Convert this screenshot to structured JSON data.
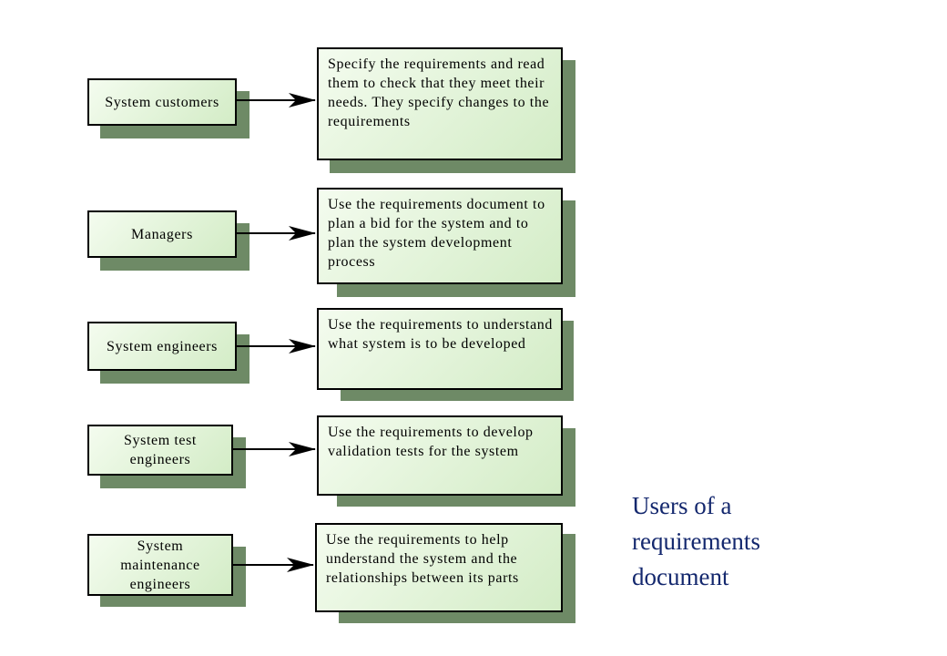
{
  "diagram": {
    "rows": [
      {
        "role": "System customers",
        "description": "Specify the requirements and read them to check that they meet their needs. They specify changes to the requirements"
      },
      {
        "role": "Managers",
        "description": "Use the requirements document to plan a bid for the system and to plan the system development process"
      },
      {
        "role": "System engineers",
        "description": "Use the requirements to understand what system is to be developed"
      },
      {
        "role": "System test\nengineers",
        "description": "Use the requirements to develop validation tests for the system"
      },
      {
        "role": "System\nmaintenance\nengineers",
        "description": "Use the requirements to help understand the system and the relationships between its parts"
      }
    ],
    "colors": {
      "box_fill_light": "#f4fcef",
      "box_fill_dark": "#d3ecc6",
      "shadow": "#6e8a66",
      "border": "#000000",
      "caption": "#14286e"
    }
  },
  "caption": {
    "lines": [
      "Users of a",
      "requirements",
      "document"
    ]
  }
}
